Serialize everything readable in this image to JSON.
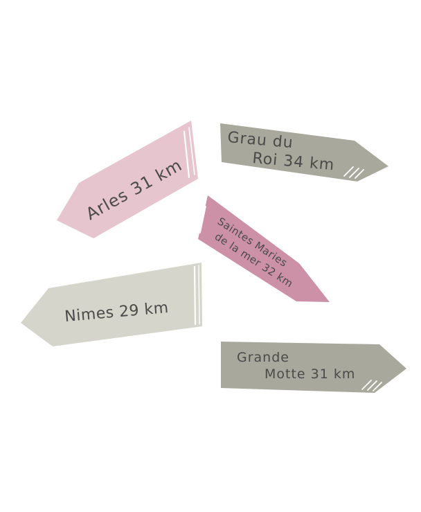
{
  "signs": [
    {
      "id": "arles",
      "lines": [
        "Arles 31 km"
      ],
      "color": "#e6c5cf",
      "direction": "left"
    },
    {
      "id": "grau-du-roi",
      "lines": [
        "Grau du",
        "Roi 34 km"
      ],
      "color": "#a8a89c",
      "direction": "right"
    },
    {
      "id": "saintes-maries",
      "lines": [
        "Saintes Maries",
        "de la mer 32 km"
      ],
      "color": "#cc90a7",
      "direction": "right"
    },
    {
      "id": "nimes",
      "lines": [
        "Nimes 29 km"
      ],
      "color": "#d5d5cb",
      "direction": "left"
    },
    {
      "id": "grande-motte",
      "lines": [
        "Grande",
        "Motte 31 km"
      ],
      "color": "#a8a89c",
      "direction": "right"
    }
  ],
  "colors": {
    "text": "#4a4a4a",
    "highlight": "#ffffff",
    "background": "#ffffff"
  }
}
